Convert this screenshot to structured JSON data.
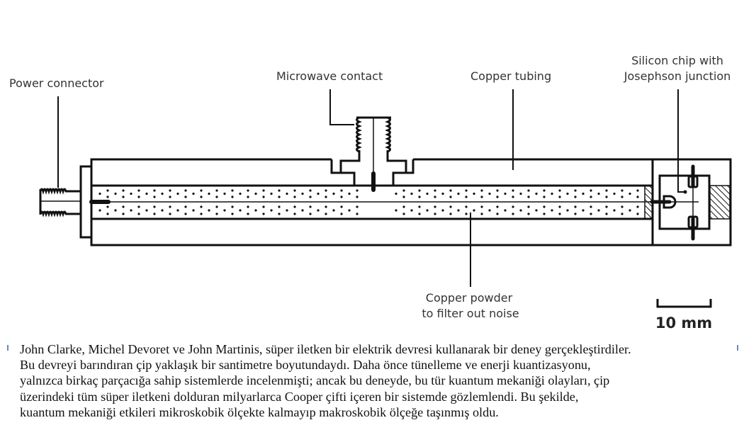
{
  "diagram": {
    "labels": {
      "power_connector": "Power connector",
      "microwave_contact": "Microwave contact",
      "copper_tubing": "Copper tubing",
      "silicon_chip_line1": "Silicon chip with",
      "silicon_chip_line2": "Josephson junction",
      "copper_powder_line1": "Copper powder",
      "copper_powder_line2": "to filter out noise"
    },
    "scale_bar": {
      "label": "10 mm"
    }
  },
  "caption": {
    "lines": [
      "John Clarke, Michel Devoret ve John Martinis, süper iletken bir elektrik devresi kullanarak bir deney gerçekleştirdiler.",
      "Bu devreyi barındıran çip yaklaşık bir santimetre boyutundaydı. Daha önce tünelleme ve enerji kuantizasyonu,",
      "yalnızca birkaç parçacığa sahip sistemlerde incelenmişti; ancak bu deneyde, bu tür kuantum mekaniği olayları, çip",
      "üzerindeki tüm süper iletkeni dolduran milyarlarca Cooper çifti içeren bir sistemde gözlemlendi. Bu şekilde,",
      "kuantum mekaniği etkileri mikroskobik ölçekte kalmayıp makroskobik ölçeğe taşınmış oldu."
    ]
  }
}
